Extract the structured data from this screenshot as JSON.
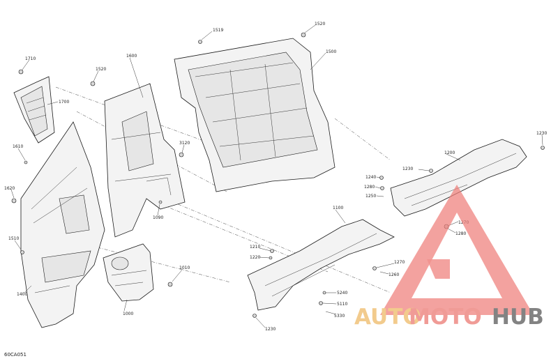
{
  "diagram_code": "60CA051",
  "callouts": {
    "c1710": "1710",
    "c1700": "1700",
    "c1610": "1610",
    "c1620": "1620",
    "c1510": "1510",
    "c1400": "1400",
    "c1520a": "1520",
    "c1600": "1600",
    "c3120": "3120",
    "c1090": "1090",
    "c1010": "1010",
    "c1000": "1000",
    "c1519": "1519",
    "c1520b": "1520",
    "c1500": "1500",
    "c1100": "1100",
    "c1210": "1210",
    "c1220": "1220",
    "c1240": "1240",
    "c1280a": "1280",
    "c1250": "1250",
    "c1230a": "1230",
    "c1200": "1200",
    "c1230b": "1230",
    "c1270a": "1270",
    "c1280b": "1280",
    "c1270b": "1270",
    "c1260": "1260",
    "c5240": "5240",
    "c5110": "5110",
    "c5330": "5330",
    "c1230c": "1230"
  },
  "watermark": {
    "part1": "AUTO",
    "part2": "MOTO",
    "part3": "HUB",
    "color1": "#f0c27a",
    "color2": "#ee8a84",
    "color3": "#6e6e6e",
    "triangle_color": "#ee7f7a"
  }
}
